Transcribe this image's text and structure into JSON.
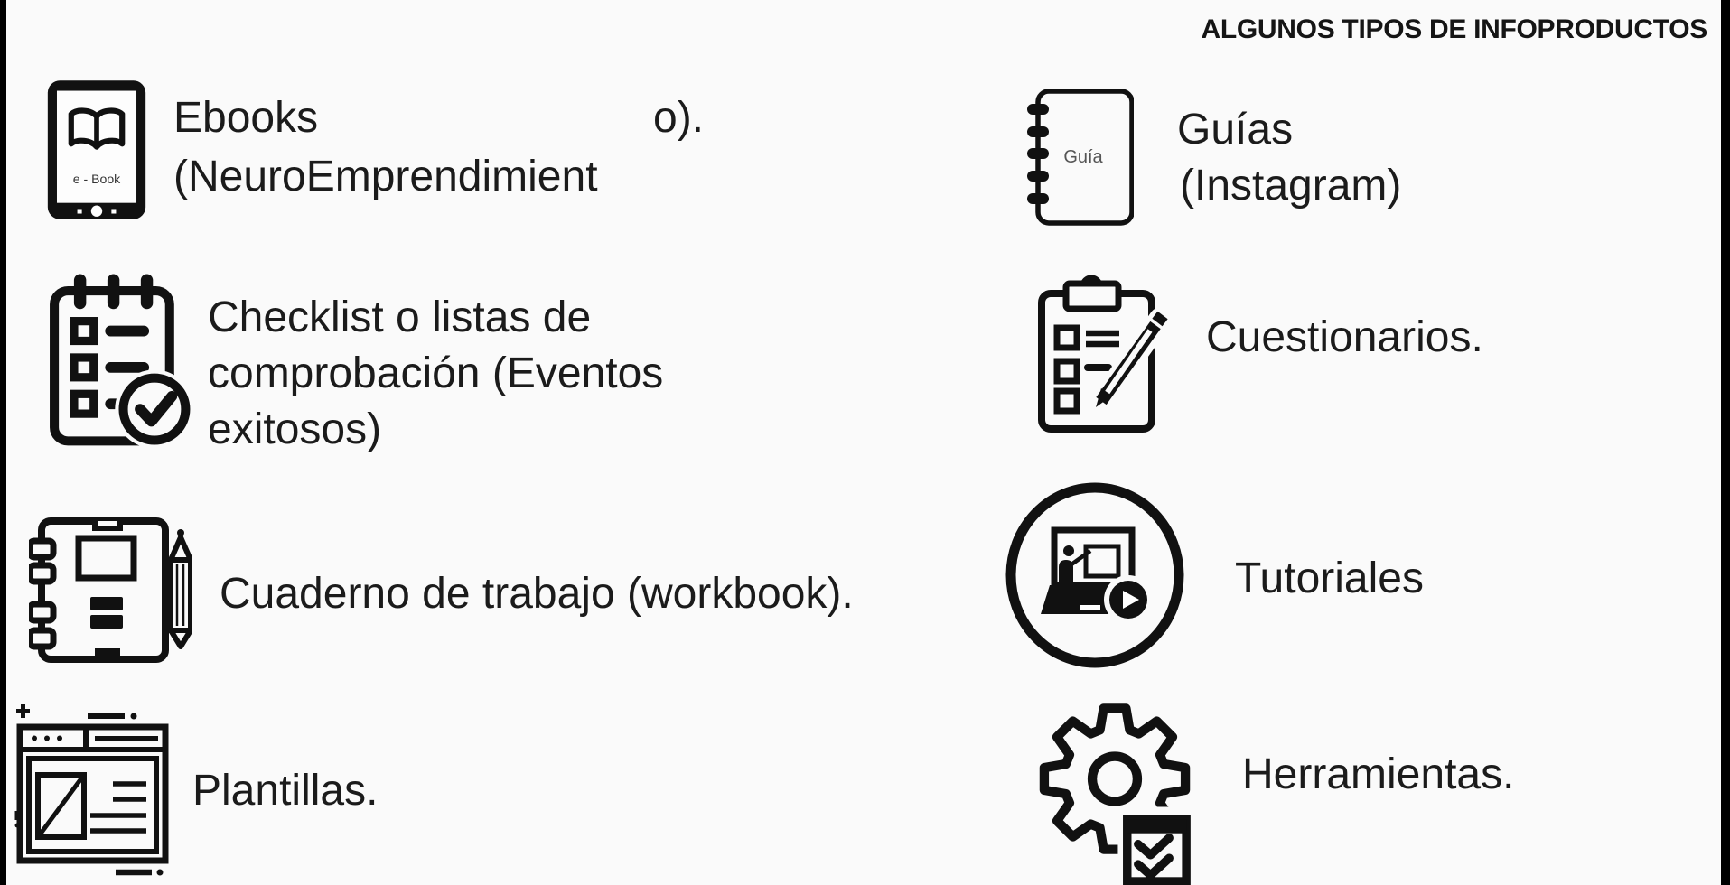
{
  "header": {
    "title": "ALGUNOS TIPOS DE INFOPRODUCTOS"
  },
  "colors": {
    "background": "#fafafa",
    "ink": "#1b1b1b",
    "edge_bar": "#000000",
    "icon_ink": "#111111",
    "icon_label": "#555555"
  },
  "items": {
    "ebooks": {
      "line1": "Ebooks",
      "overflow": "o).",
      "line2": "(NeuroEmprendimient",
      "icon_text": "e - Book"
    },
    "checklist": {
      "line1": "Checklist o listas de",
      "line2": "comprobación (Eventos",
      "line3": "exitosos)"
    },
    "workbook": {
      "line1": "Cuaderno de trabajo (workbook)."
    },
    "templates": {
      "line1": "Plantillas."
    },
    "guides": {
      "line1": "Guías",
      "line2": "(Instagram)",
      "icon_text": "Guía"
    },
    "questionnaires": {
      "line1": "Cuestionarios."
    },
    "tutorials": {
      "line1": "Tutoriales"
    },
    "tools": {
      "line1": "Herramientas."
    }
  }
}
